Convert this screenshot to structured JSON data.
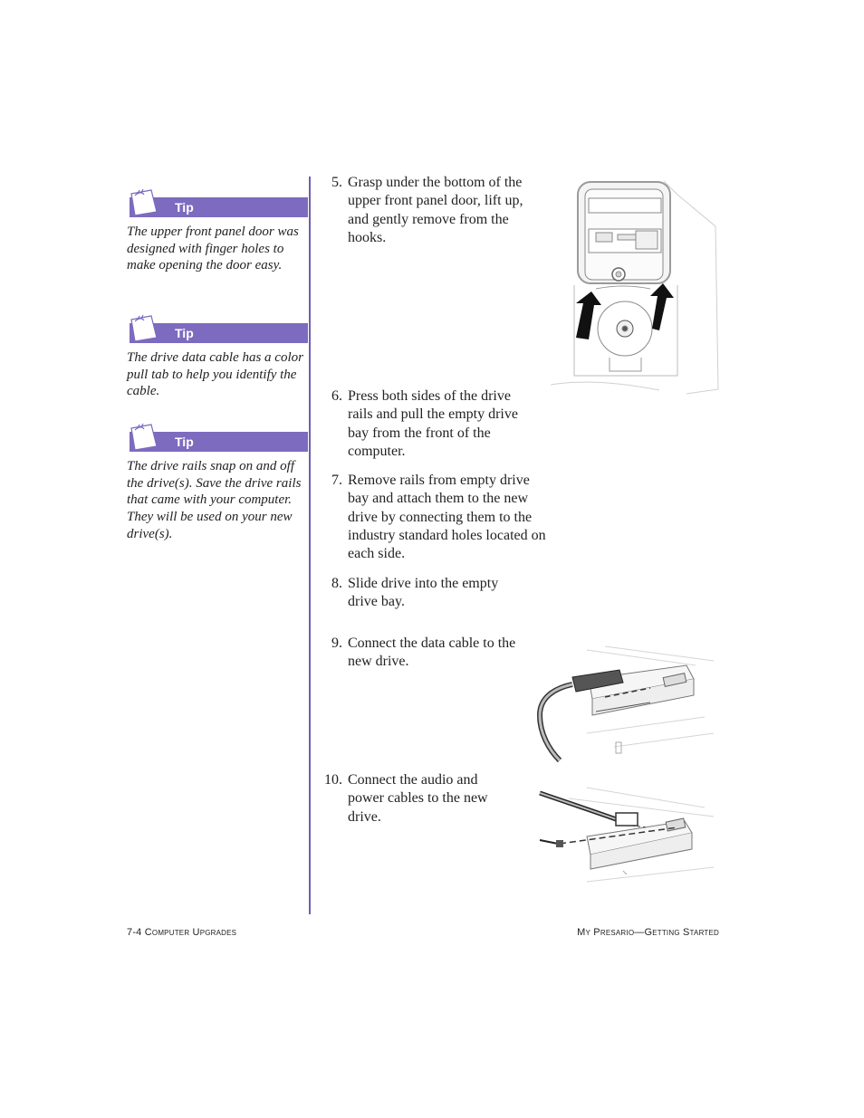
{
  "tips": [
    {
      "label": "Tip",
      "text": "The upper front panel door was designed with finger holes to make opening the door easy."
    },
    {
      "label": "Tip",
      "text": "The drive data cable has a color pull tab to help you identify the cable."
    },
    {
      "label": "Tip",
      "text": "The drive rails snap on and off the drive(s). Save the drive rails that came with your computer. They will be used on your new drive(s)."
    }
  ],
  "steps": [
    {
      "num": "5.",
      "text": "Grasp under the bottom of the upper front panel door, lift up, and gently remove from the hooks."
    },
    {
      "num": "6.",
      "text": "Press both sides of the drive rails and pull the empty drive bay from the front of the computer."
    },
    {
      "num": "7.",
      "text": "Remove rails from empty drive bay and attach them to the new drive by connecting them to the industry standard holes located on each side."
    },
    {
      "num": "8.",
      "text": "Slide drive into the empty drive bay."
    },
    {
      "num": "9.",
      "text": "Connect the data cable to the new drive."
    },
    {
      "num": "10.",
      "text": "Connect the audio and power cables to the new drive."
    }
  ],
  "footer": {
    "left": "7-4 Computer Upgrades",
    "right": "My Presario—Getting Started"
  },
  "colors": {
    "accent": "#7d6bbf",
    "rule": "#6f5fb0"
  }
}
